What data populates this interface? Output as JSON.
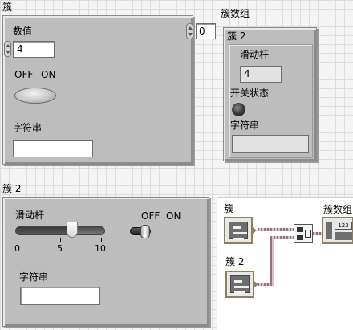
{
  "cluster1": {
    "title": "簇",
    "numeric_label": "数值",
    "numeric_value": "4",
    "bool_off": "OFF",
    "bool_on": "ON",
    "string_label": "字符串",
    "string_value": ""
  },
  "cluster_array": {
    "title": "簇数组",
    "index_value": "0",
    "element_title": "簇 2",
    "slider_label": "滑动杆",
    "slider_value": "4",
    "switch_label": "开关状态",
    "string_label": "字符串",
    "string_value": ""
  },
  "cluster2": {
    "title": "簇 2",
    "slider_label": "滑动杆",
    "slider_ticks": [
      "0",
      "5",
      "10"
    ],
    "slider_level": 0.65,
    "switch_off": "OFF",
    "switch_on": "ON",
    "string_label": "字符串",
    "string_value": ""
  },
  "diagram": {
    "node1_label": "簇",
    "node2_label": "簇 2",
    "output_label": "簇数组",
    "indicator_text": "123"
  }
}
